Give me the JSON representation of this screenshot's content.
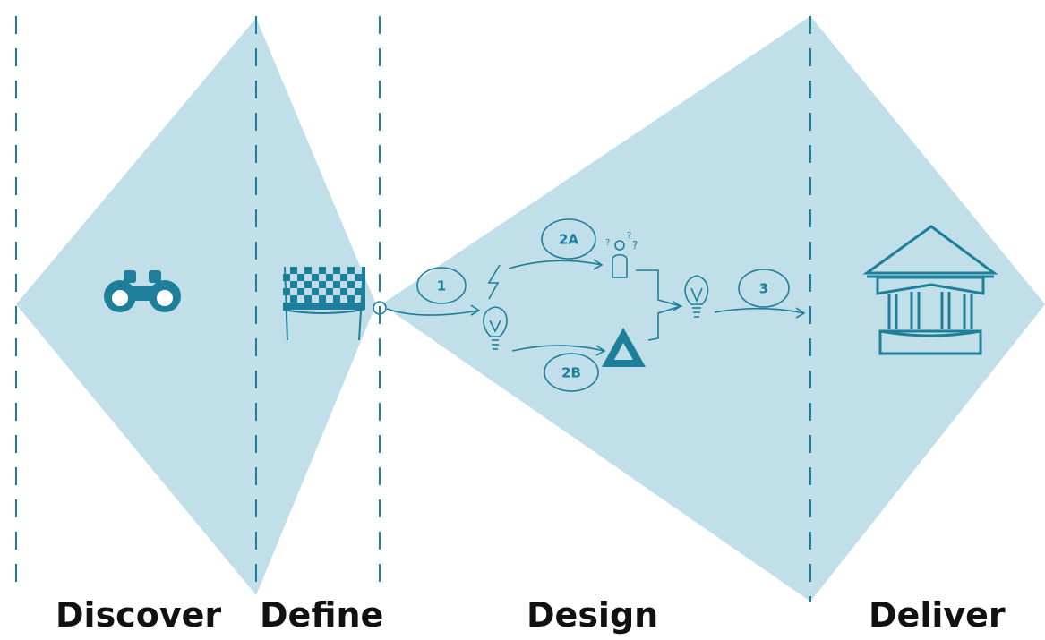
{
  "diagram": {
    "colors": {
      "fill": "#c0dfe8",
      "stroke": "#1e7f9a",
      "text": "#111111",
      "background": "#ffffff"
    },
    "phases": [
      {
        "id": "discover",
        "label": "Discover",
        "icon": "binoculars-icon"
      },
      {
        "id": "define",
        "label": "Define",
        "icon": "checkered-flag-icon"
      },
      {
        "id": "design",
        "label": "Design",
        "icon": "process-sketch"
      },
      {
        "id": "deliver",
        "label": "Deliver",
        "icon": "classical-building-icon"
      }
    ],
    "steps": [
      {
        "id": "step-1",
        "label": "1"
      },
      {
        "id": "step-2a",
        "label": "2A"
      },
      {
        "id": "step-2b",
        "label": "2B"
      },
      {
        "id": "step-3",
        "label": "3"
      }
    ]
  }
}
